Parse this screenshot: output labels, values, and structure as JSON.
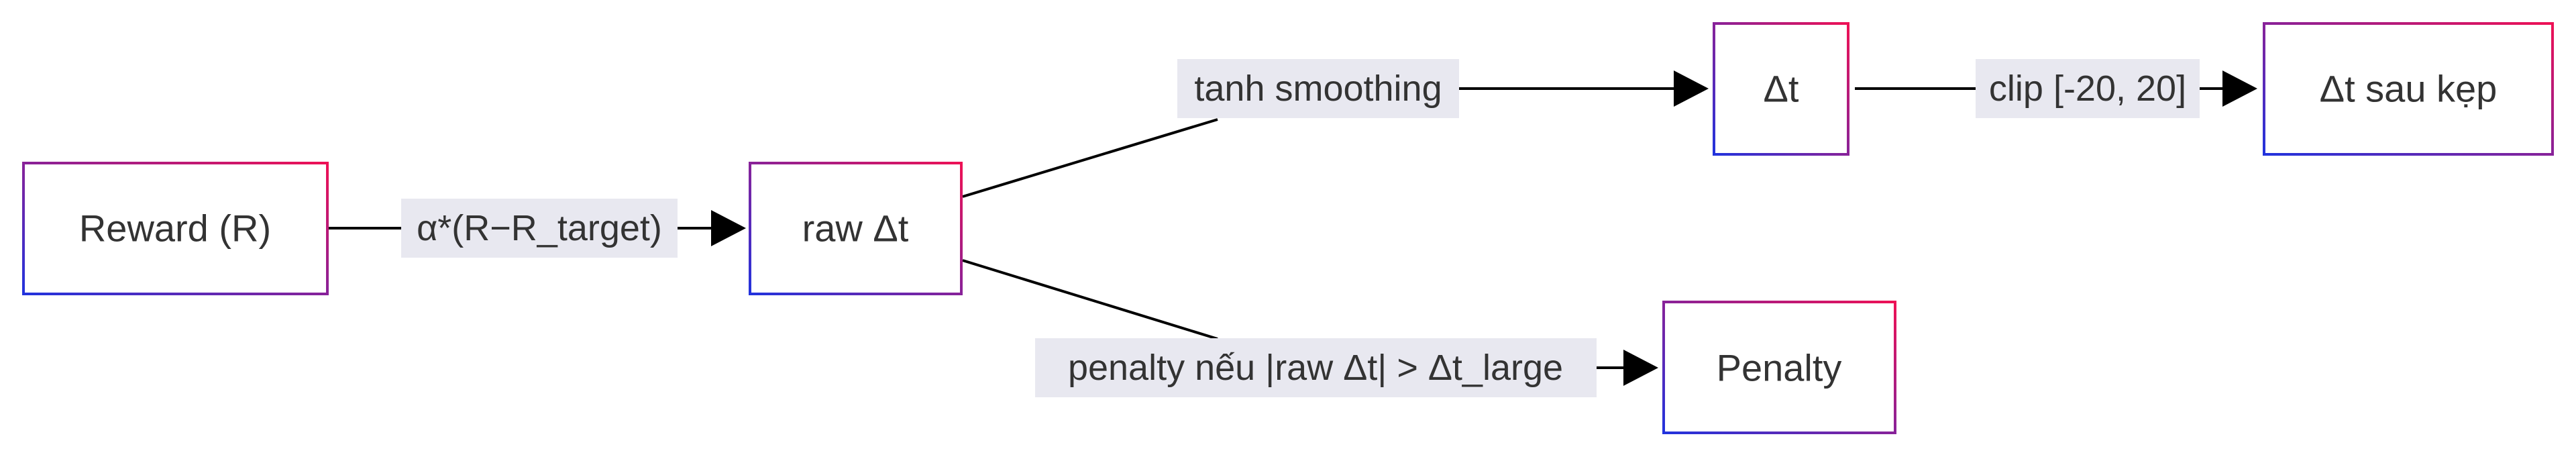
{
  "diagram": {
    "node_border_gradient": [
      "#2233dd",
      "#ee1155"
    ],
    "nodes": {
      "reward": "Reward (R)",
      "raw_dt": "raw Δt",
      "dt": "Δt",
      "dt_clipped": "Δt sau kẹp",
      "penalty": "Penalty"
    },
    "edges": {
      "reward_to_raw": "α*(R−R_target)",
      "raw_to_dt": "tanh smoothing",
      "dt_to_clipped": "clip [-20, 20]",
      "raw_to_penalty": "penalty nếu |raw Δt| > Δt_large"
    }
  }
}
